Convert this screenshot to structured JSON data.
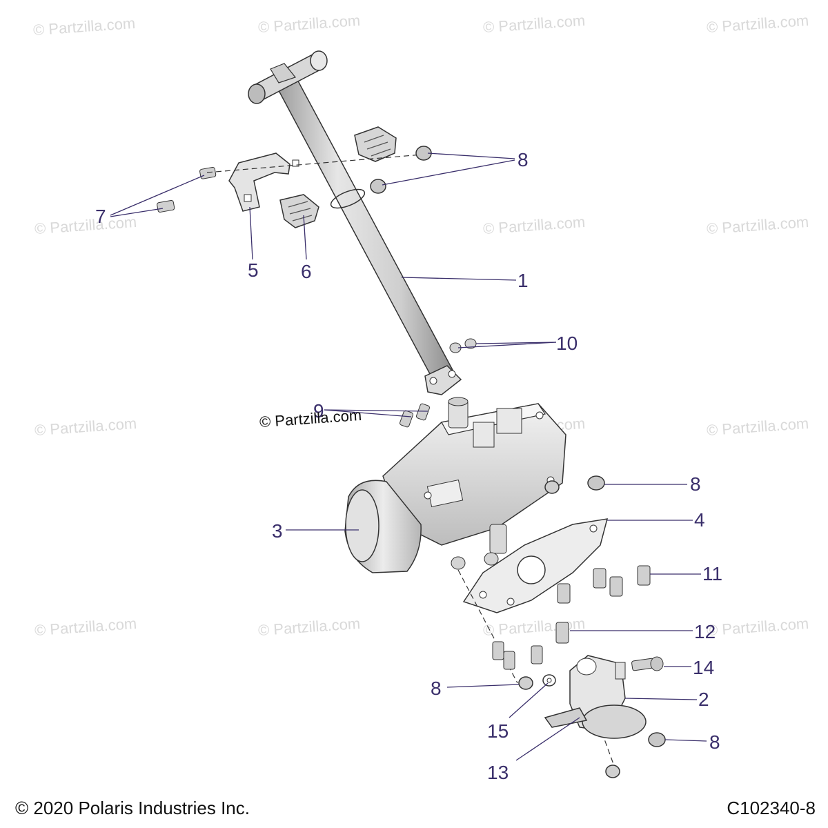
{
  "diagram": {
    "watermark": "© Partzilla.com",
    "center_watermark": "© Partzilla.com",
    "copyright": "© 2020 Polaris Industries Inc.",
    "diagram_id": "C102340-8",
    "callouts": {
      "c1": "1",
      "c2": "2",
      "c3": "3",
      "c4": "4",
      "c5": "5",
      "c6": "6",
      "c7": "7",
      "c8a": "8",
      "c8b": "8",
      "c8c": "8",
      "c8d": "8",
      "c9": "9",
      "c10": "10",
      "c11": "11",
      "c12": "12",
      "c13": "13",
      "c14": "14",
      "c15": "15"
    }
  }
}
